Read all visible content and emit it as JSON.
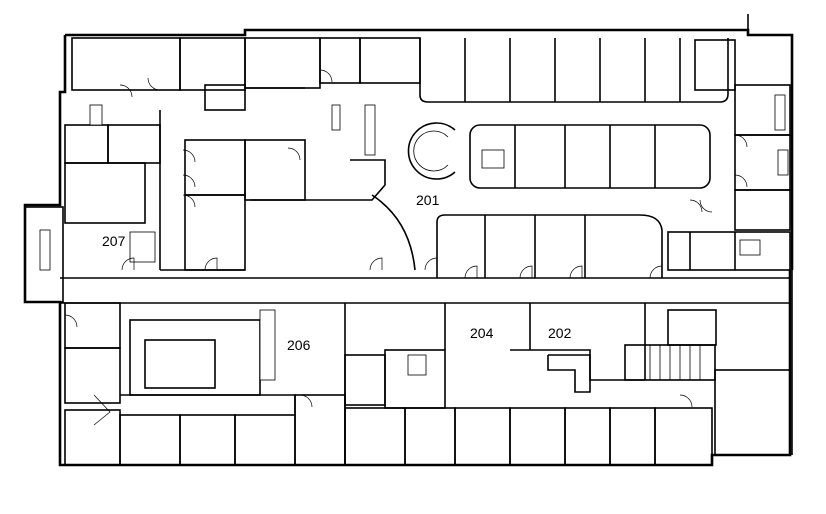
{
  "floor_plan": {
    "rooms": [
      {
        "id": "201",
        "label": "201"
      },
      {
        "id": "202",
        "label": "202"
      },
      {
        "id": "204",
        "label": "204"
      },
      {
        "id": "206",
        "label": "206"
      },
      {
        "id": "207",
        "label": "207"
      }
    ]
  }
}
